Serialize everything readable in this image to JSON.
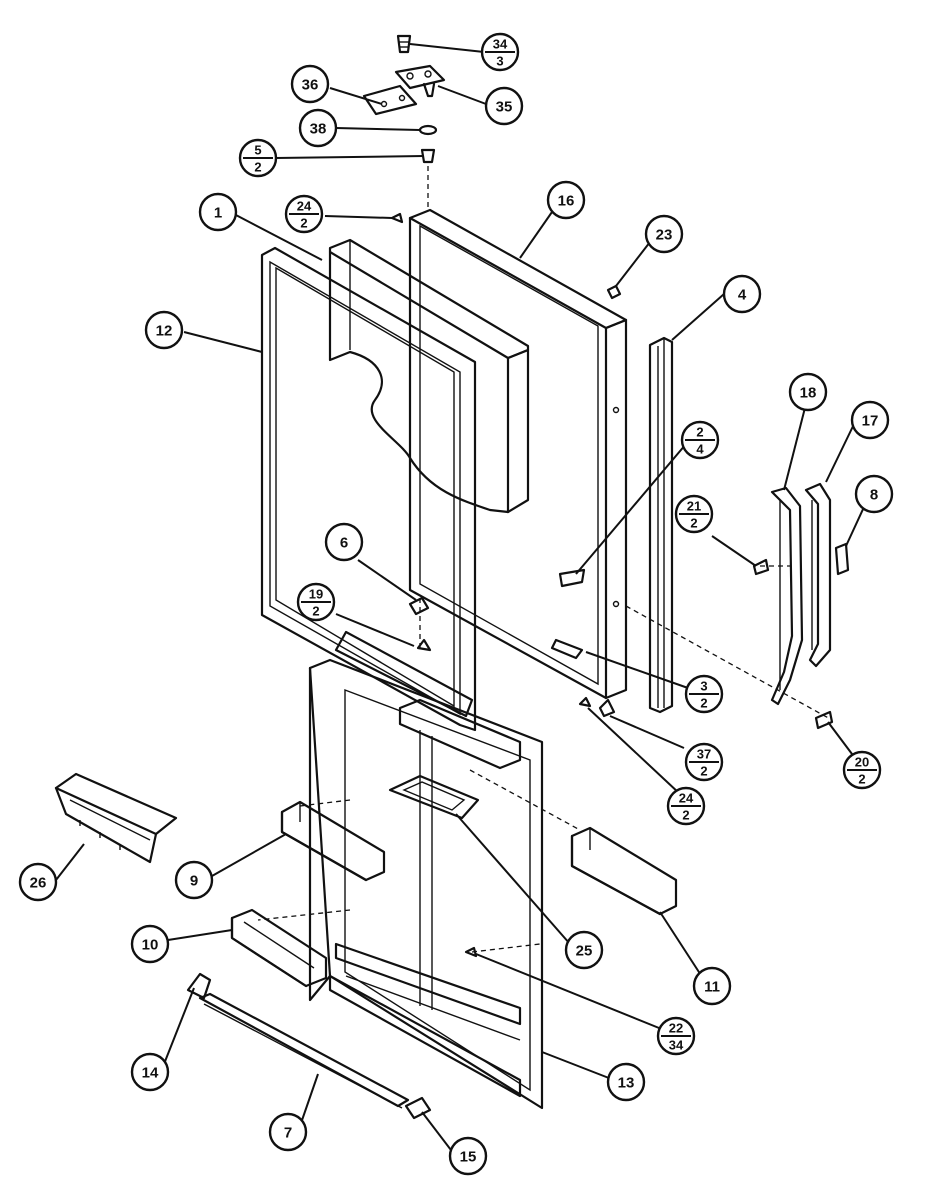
{
  "callouts": [
    {
      "id": "c-34-3",
      "top": "34",
      "bottom": "3"
    },
    {
      "id": "c-36",
      "label": "36"
    },
    {
      "id": "c-35",
      "label": "35"
    },
    {
      "id": "c-38",
      "label": "38"
    },
    {
      "id": "c-5-2",
      "top": "5",
      "bottom": "2"
    },
    {
      "id": "c-24-2-top",
      "top": "24",
      "bottom": "2"
    },
    {
      "id": "c-16",
      "label": "16"
    },
    {
      "id": "c-1",
      "label": "1"
    },
    {
      "id": "c-23",
      "label": "23"
    },
    {
      "id": "c-12",
      "label": "12"
    },
    {
      "id": "c-4",
      "label": "4"
    },
    {
      "id": "c-2-4",
      "top": "2",
      "bottom": "4"
    },
    {
      "id": "c-18",
      "label": "18"
    },
    {
      "id": "c-17",
      "label": "17"
    },
    {
      "id": "c-21-2",
      "top": "21",
      "bottom": "2"
    },
    {
      "id": "c-8-right",
      "label": "8"
    },
    {
      "id": "c-6",
      "label": "6"
    },
    {
      "id": "c-19-2",
      "top": "19",
      "bottom": "2"
    },
    {
      "id": "c-3-2",
      "top": "3",
      "bottom": "2"
    },
    {
      "id": "c-37-2",
      "top": "37",
      "bottom": "2"
    },
    {
      "id": "c-20-2",
      "top": "20",
      "bottom": "2"
    },
    {
      "id": "c-24-2-bottom",
      "top": "24",
      "bottom": "2"
    },
    {
      "id": "c-26",
      "label": "26"
    },
    {
      "id": "c-9",
      "label": "9"
    },
    {
      "id": "c-25",
      "label": "25"
    },
    {
      "id": "c-10",
      "label": "10"
    },
    {
      "id": "c-11",
      "label": "11"
    },
    {
      "id": "c-22-34",
      "top": "22",
      "bottom": "34"
    },
    {
      "id": "c-14",
      "label": "14"
    },
    {
      "id": "c-13",
      "label": "13"
    },
    {
      "id": "c-7",
      "label": "7"
    },
    {
      "id": "c-15",
      "label": "15"
    }
  ]
}
